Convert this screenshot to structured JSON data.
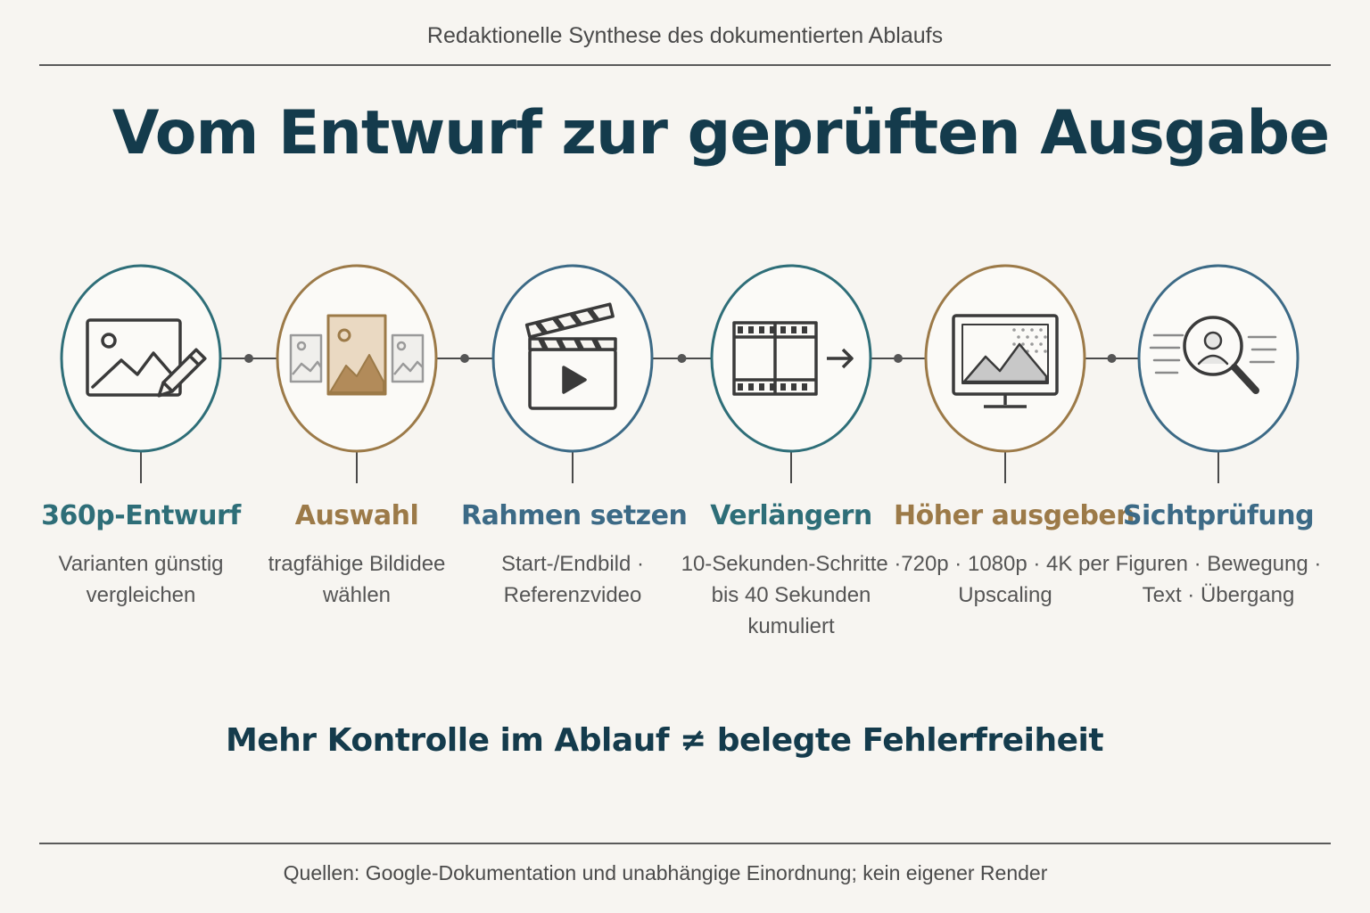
{
  "header": {
    "kicker": "Redaktionelle Synthese des dokumentierten Ablaufs",
    "title": "Vom Entwurf zur geprüften Ausgabe"
  },
  "steps": [
    {
      "label": "360p-Entwurf",
      "description": "Varianten günstig vergleichen",
      "icon": "image-edit-icon",
      "color": "#2e6e78"
    },
    {
      "label": "Auswahl",
      "description": "tragfähige Bildidee wählen",
      "icon": "image-selection-icon",
      "color": "#9c7a48"
    },
    {
      "label": "Rahmen setzen",
      "description": "Start-/Endbild · Referenzvideo",
      "icon": "clapperboard-icon",
      "color": "#3c6a86"
    },
    {
      "label": "Verlängern",
      "description": "10-Sekunden-Schritte · bis 40 Sekunden kumuliert",
      "icon": "film-strip-extend-icon",
      "color": "#2e6e78"
    },
    {
      "label": "Höher ausgeben",
      "description": "720p · 1080p · 4K per Upscaling",
      "icon": "monitor-upscale-icon",
      "color": "#9c7a48"
    },
    {
      "label": "Sichtprüfung",
      "description": "Figuren · Bewegung · Text · Übergang",
      "icon": "magnifier-person-icon",
      "color": "#3c6a86"
    }
  ],
  "footer": {
    "takeaway": "Mehr Kontrolle im Ablauf ≠ belegte Fehlerfreiheit",
    "sources": "Quellen: Google-Dokumentation und unabhängige Einordnung; kein eigener Render"
  }
}
